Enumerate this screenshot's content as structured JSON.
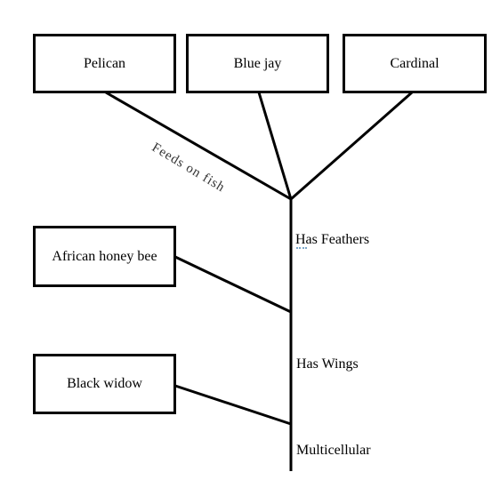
{
  "diagram": {
    "taxa": {
      "pelican": "Pelican",
      "blue_jay": "Blue jay",
      "cardinal": "Cardinal",
      "african_honey_bee": "African honey bee",
      "black_widow": "Black widow"
    },
    "traits": {
      "has_feathers": "Has Feathers",
      "has_wings": "Has Wings",
      "multicellular": "Multicellular"
    },
    "branch_labels": {
      "feeds_on_fish": "Feeds on fish"
    }
  }
}
